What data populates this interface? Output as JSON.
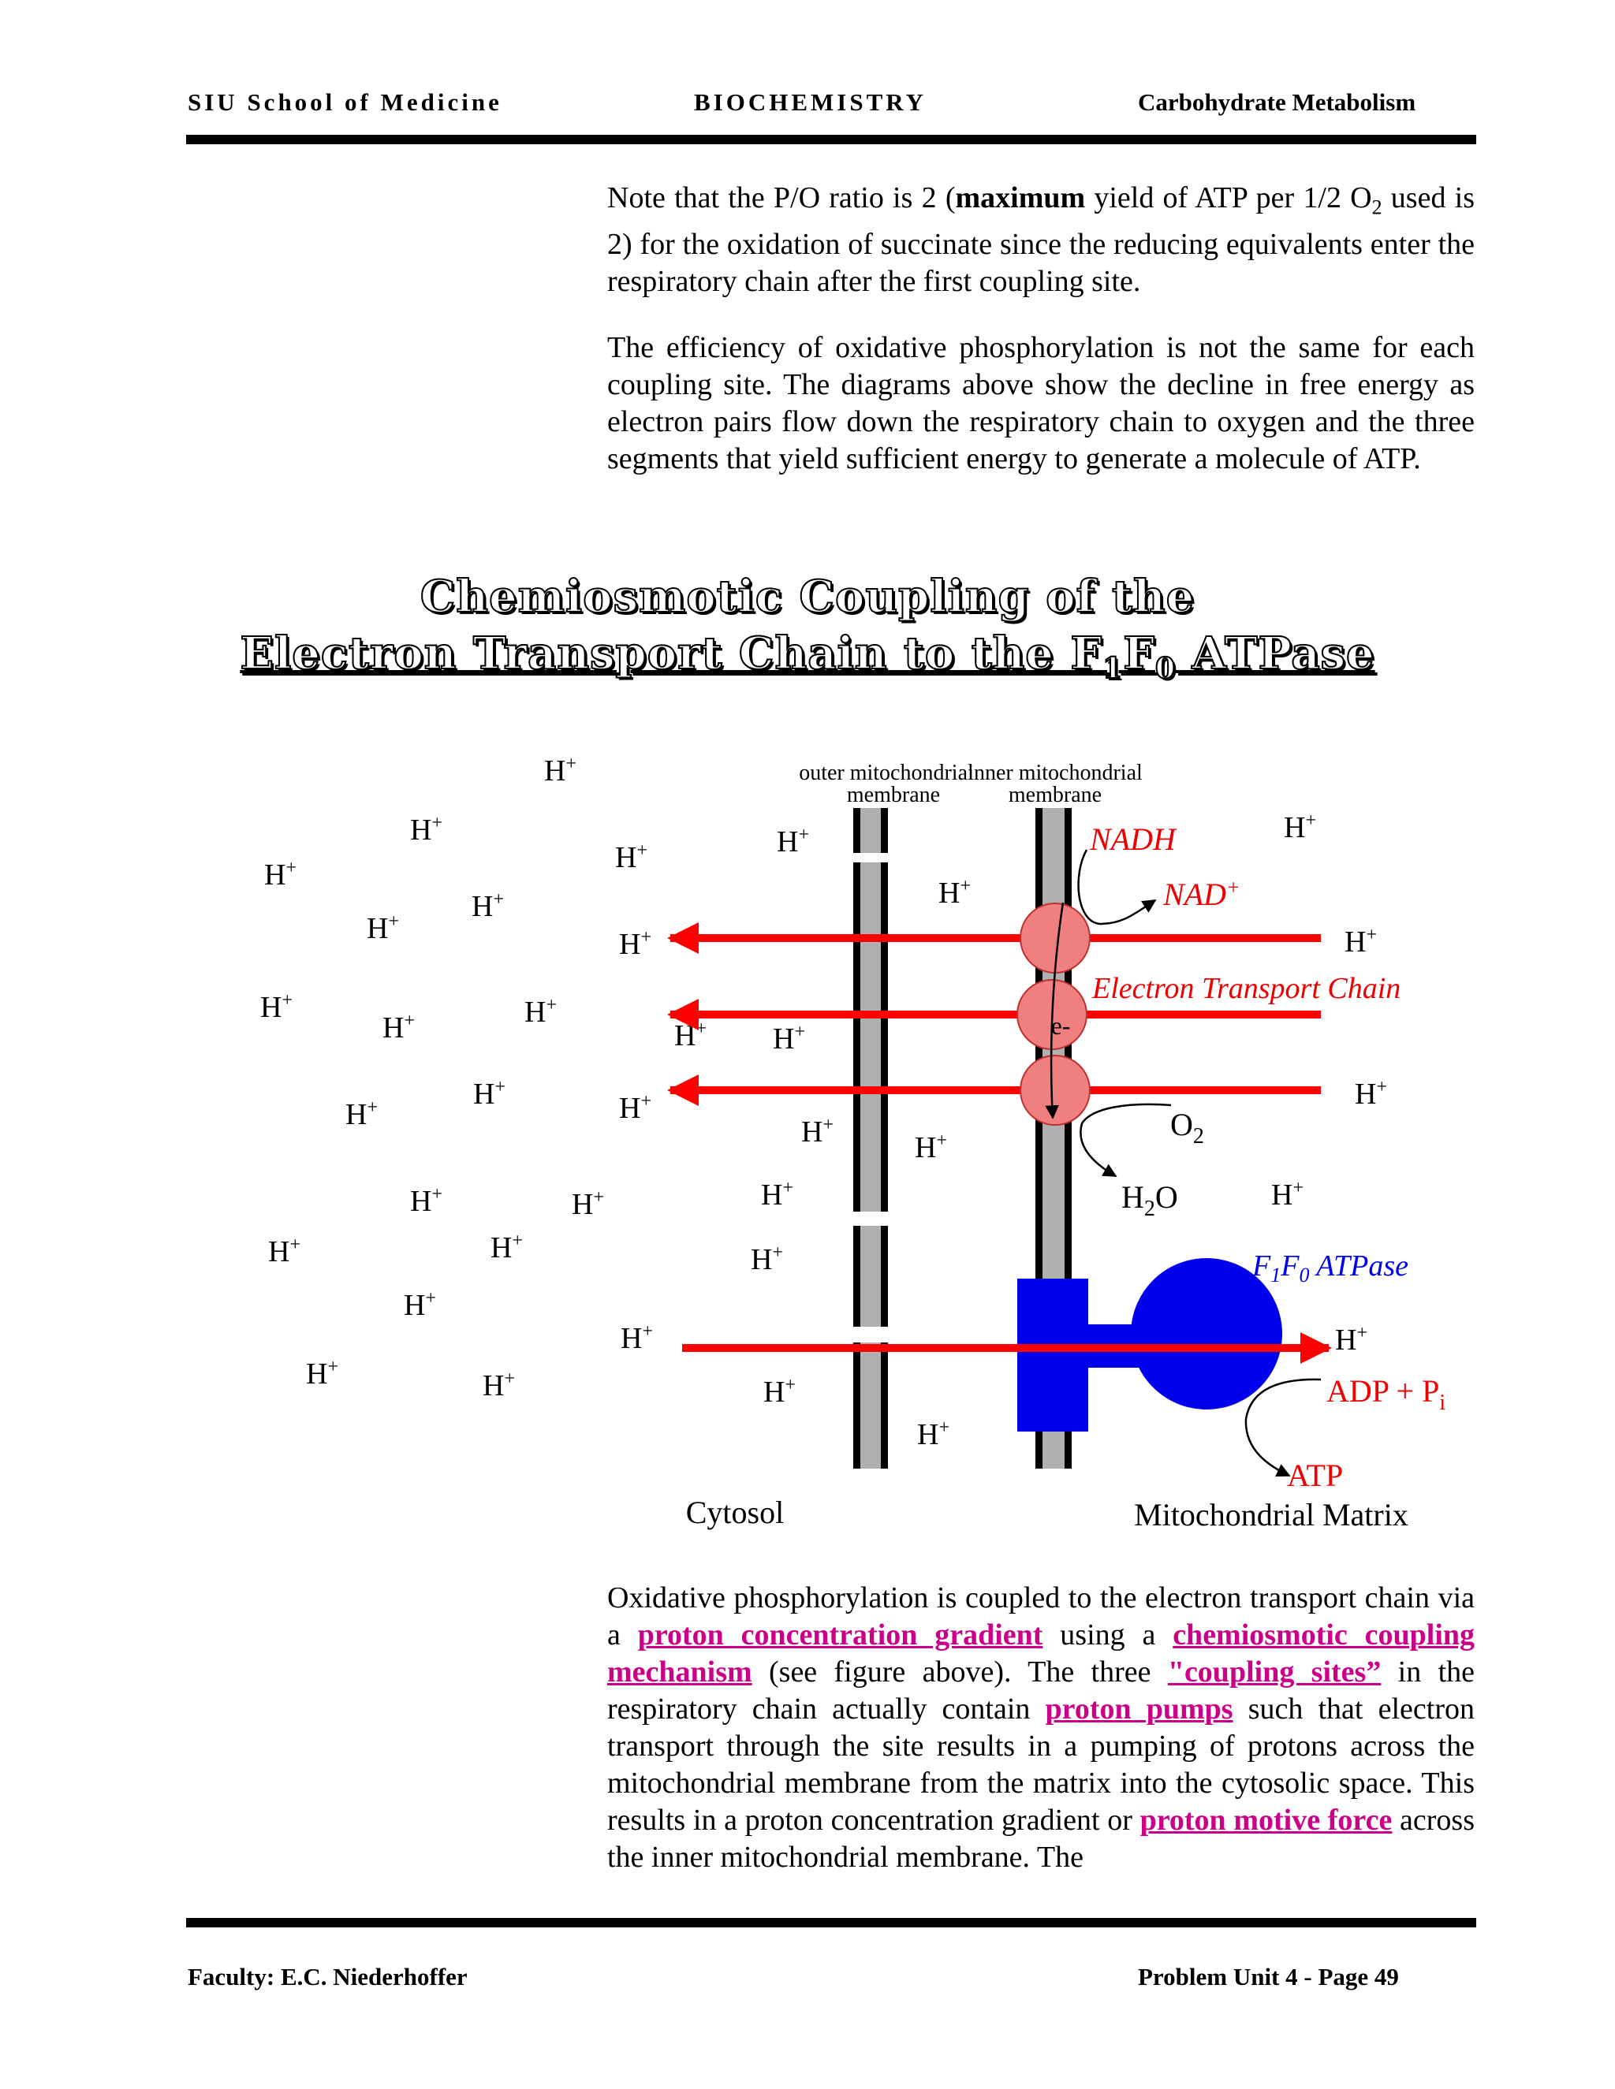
{
  "header": {
    "left": "SIU School of Medicine",
    "center": "BIOCHEMISTRY",
    "right": "Carbohydrate Metabolism"
  },
  "para1": {
    "prefix": "Note that the P/O ratio is 2 (",
    "bold": "maximum",
    "mid": " yield of ATP per 1/2 O",
    "sub": "2",
    "suffix": " used is 2) for the oxidation of succinate since the reducing equivalents enter the respiratory chain after the first coupling site."
  },
  "para2": "The efficiency of oxidative phosphorylation is not the same for each coupling site. The diagrams above show the decline in free energy as electron pairs flow down the respiratory chain to oxygen and the three segments that yield sufficient energy to generate a molecule of ATP.",
  "title": {
    "line1": "Chemiosmotic Coupling of the",
    "line2_prefix": "Electron Transport Chain to the F",
    "line2_sub1": "1",
    "line2_f": "F",
    "line2_sub2": "0",
    "line2_suffix": " ATPase"
  },
  "diagram": {
    "proton": "H",
    "proton_charge": "+",
    "outer_membrane_label": [
      "outer mitochondrial",
      "membrane"
    ],
    "inner_membrane_label": [
      "inner mitochondrial",
      "membrane"
    ],
    "nadh": "NADH",
    "nad": "NAD",
    "nad_charge": "+",
    "etc_label": "Electron Transport Chain",
    "electron": "e-",
    "o2": "O",
    "o2_sub": "2",
    "h2o_h": "H",
    "h2o_sub": "2",
    "h2o_o": "O",
    "atpase_f": "F",
    "atpase_sub1": "1",
    "atpase_sub2": "0",
    "atpase_label": " ATPase",
    "adp": "ADP + P",
    "adp_sub": "i",
    "atp": "ATP",
    "cytosol": "Cytosol",
    "matrix": "Mitochondrial Matrix",
    "colors": {
      "arrow": "#ff0000",
      "complex": "#f08080",
      "atpase": "#0000ee",
      "membrane": "#b0b0b0",
      "label_red": "#ee0000"
    }
  },
  "para3": {
    "t1": "Oxidative phosphorylation is coupled to the electron transport chain via a ",
    "l1": "proton concentration gradient",
    "t2": " using a ",
    "l2": "chemiosmotic coupling mechanism",
    "t3": " (see figure above). The three ",
    "l3": "\"coupling sites”",
    "t4": " in the respiratory chain actually contain ",
    "l4": "proton pumps",
    "t5": " such that electron transport through the site results in a pumping of protons across the mitochondrial membrane from the matrix into the cytosolic space. This results in a proton concentration gradient or ",
    "l5": "proton motive force",
    "t6": " across the inner mitochondrial membrane. The"
  },
  "footer": {
    "left": "Faculty:  E.C. Niederhoffer",
    "right": "Problem Unit 4 - Page 49"
  }
}
